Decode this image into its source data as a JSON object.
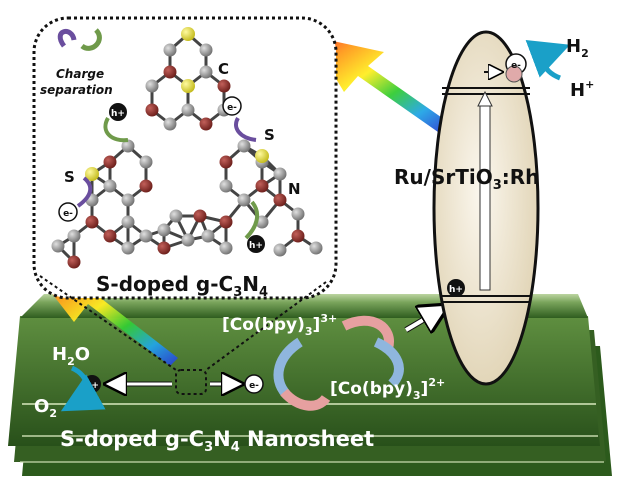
{
  "inset": {
    "caption": "S-doped g-C3N4",
    "caption_parts": {
      "pre": "S-doped g-C",
      "sub1": "3",
      "mid": "N",
      "sub2": "4"
    },
    "charge_separation": [
      "Charge",
      "separation"
    ],
    "atom_labels": {
      "c": "C",
      "n": "N",
      "s_top": "S",
      "s_left": "S"
    },
    "hole": "h+",
    "electron": "e-"
  },
  "slab": {
    "label_parts": {
      "pre": "S-doped g-C",
      "sub1": "3",
      "mid": "N",
      "sub2": "4",
      "post": " Nanosheet"
    },
    "water": {
      "h2o_pre": "H",
      "h2o_sub": "2",
      "h2o_post": "O",
      "o2_pre": "O",
      "o2_sub": "2"
    },
    "mediator_ox": {
      "pre": "[Co(bpy)",
      "sub": "3",
      "post": "]",
      "sup": "3+"
    },
    "mediator_red": {
      "pre": "[Co(bpy)",
      "sub": "3",
      "post": "]",
      "sup": "2+"
    }
  },
  "particle": {
    "label_parts": {
      "pre": "Ru/SrTiO",
      "sub": "3",
      "post": ":Rh"
    },
    "h2": {
      "pre": "H",
      "sub": "2"
    },
    "hplus": {
      "pre": "H",
      "sup": "+"
    }
  },
  "colors": {
    "slab_top": "#4e7c35",
    "slab_light": "#cfe1b5",
    "particle_fill": "#f1ead8",
    "atom_carbon": "#8c8c8c",
    "atom_nitrogen": "#8b2a24",
    "atom_sulfur": "#e8e23a",
    "arrow_red": "#e6a0a0",
    "arrow_blue": "#8fb6de",
    "cyan": "#1aa0c8"
  }
}
